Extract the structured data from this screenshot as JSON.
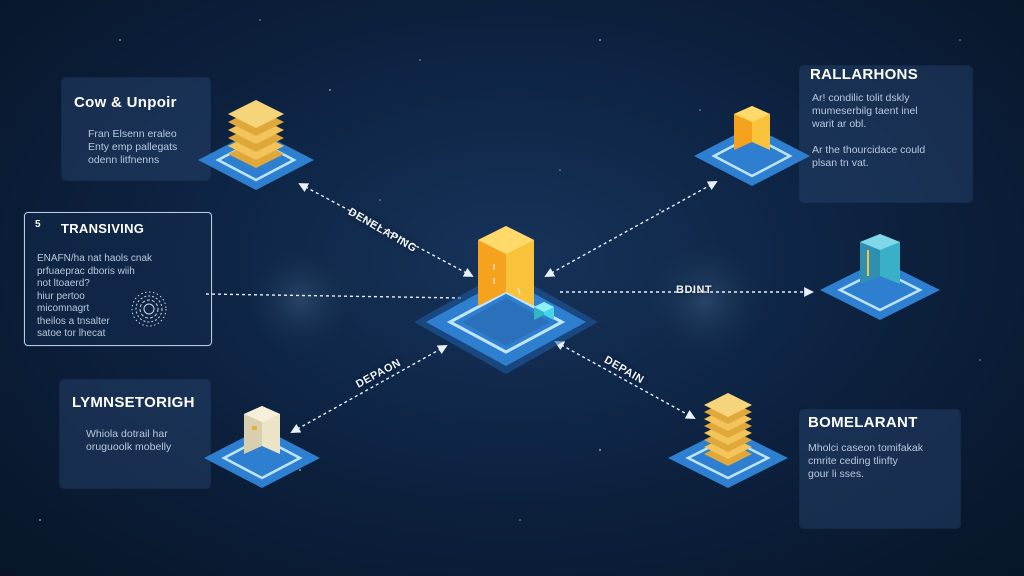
{
  "panels": {
    "top_left": {
      "title": "Cow & Unpoir",
      "body": "Fran Elsenn eraleo\nEnty emp pallegats\nodenn litfnenns"
    },
    "mid_left": {
      "badge": "5",
      "title": "TRANSIVING",
      "body": "ENAFN/ha nat haols cnak\nprfuaeprac dboris wiih\nnot ltoaerd?\nhiur pertoo\nmicomnagrt\ntheilos a tnsalter\nsatoe tor lhecat"
    },
    "bottom_left": {
      "title": "LYMNSETORIGH",
      "body": "Whiola dotrail har\noruguoolk mobelly"
    },
    "top_right": {
      "title": "RALLARHONS",
      "body1": "Ar! condilic tolit dskly\nmumeserbilg taent inel\nwarit ar obl.",
      "body2": "Ar the thourcidace could\nplsan tn vat."
    },
    "bottom_right": {
      "title": "BOMELARANT",
      "body": "Mholci caseon tomifakak\ncmrite ceding tlinfty\ngour li sses."
    }
  },
  "edge_labels": {
    "upper_left": "DENELAPING",
    "right": "BDINT",
    "lower_left": "DEPAON",
    "lower_right": "DEPAIN"
  },
  "colors": {
    "background": "#0b1d38",
    "platform": "#2f7fd0",
    "platform_glow": "#8fd0ff",
    "block_orange": "#f6a623",
    "block_yellow": "#f8c33a",
    "block_teal": "#3ab0c8",
    "block_cream": "#e6dcb8"
  }
}
